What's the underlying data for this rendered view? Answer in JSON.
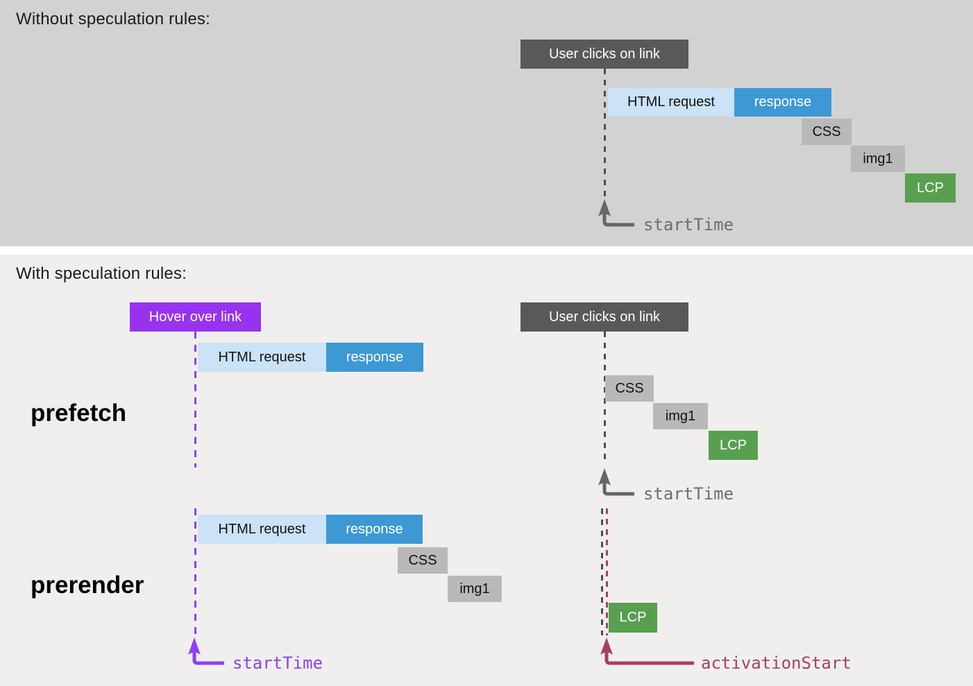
{
  "top": {
    "title": "Without speculation rules:",
    "event_label": "User clicks on link",
    "html_request_label": "HTML request",
    "response_label": "response",
    "css_label": "CSS",
    "img1_label": "img1",
    "lcp_label": "LCP",
    "start_time_label": "startTime"
  },
  "bottom": {
    "title": "With speculation rules:",
    "hover_label": "Hover over link",
    "event_label": "User clicks on link",
    "prefetch": {
      "row_label": "prefetch",
      "html_request_label": "HTML request",
      "response_label": "response",
      "css_label": "CSS",
      "img1_label": "img1",
      "lcp_label": "LCP",
      "start_time_label": "startTime"
    },
    "prerender": {
      "row_label": "prerender",
      "html_request_label": "HTML request",
      "response_label": "response",
      "css_label": "CSS",
      "img1_label": "img1",
      "lcp_label": "LCP",
      "start_time_label": "startTime",
      "activation_start_label": "activationStart"
    }
  },
  "colors": {
    "section_without_bg": "#d2d2d2",
    "section_with_bg": "#f0efee",
    "event_box": "#595959",
    "hover_box": "#9733ee",
    "request_bar": "#cbe2f7",
    "response_bar": "#3d98d4",
    "resource_bar": "#b9b9b9",
    "lcp_bar": "#58a050",
    "timeline_dash_gray": "#4d4d4d",
    "marker_gray": "#666666",
    "marker_purple": "#8b41f2",
    "marker_maroon": "#a63f63"
  }
}
